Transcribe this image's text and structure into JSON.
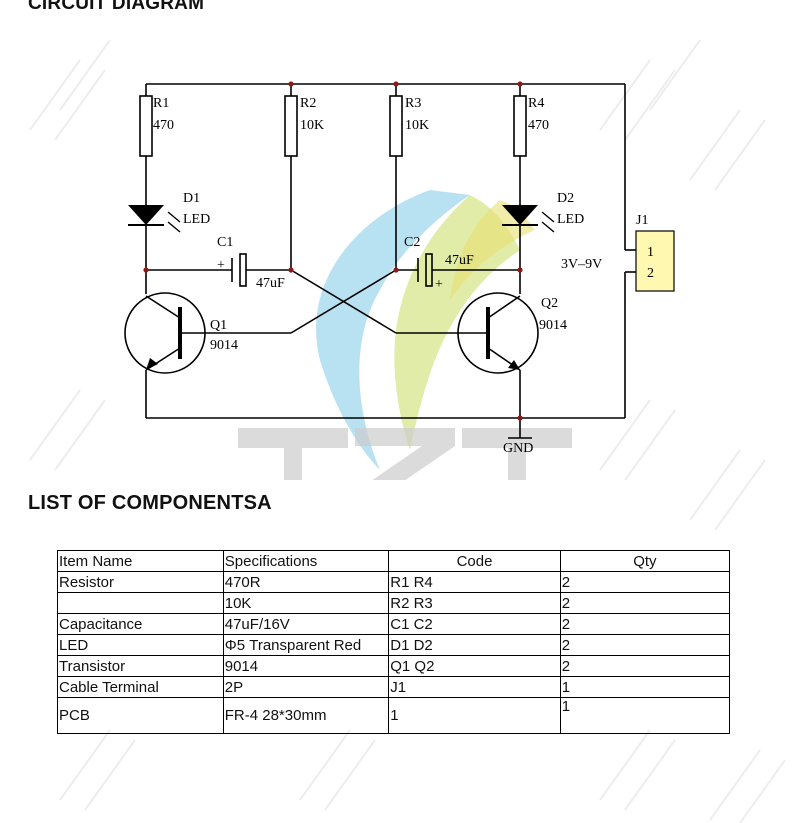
{
  "headings": {
    "circuit": "CIRCUIT DIAGRAM",
    "list": "LIST OF COMPONENTSA"
  },
  "watermark": {
    "text": "TZT",
    "text_color": "#c8c8c8",
    "swoosh_colors": [
      "#4a9ad8",
      "#7ec8e8",
      "#b8d84a",
      "#e8e070"
    ]
  },
  "schematic": {
    "r1": {
      "ref": "R1",
      "value": "470"
    },
    "r2": {
      "ref": "R2",
      "value": "10K"
    },
    "r3": {
      "ref": "R3",
      "value": "10K"
    },
    "r4": {
      "ref": "R4",
      "value": "470"
    },
    "d1": {
      "ref": "D1",
      "type": "LED"
    },
    "d2": {
      "ref": "D2",
      "type": "LED"
    },
    "c1": {
      "ref": "C1",
      "value": "47uF",
      "polarity": "+"
    },
    "c2": {
      "ref": "C2",
      "value": "47uF",
      "polarity": "+"
    },
    "q1": {
      "ref": "Q1",
      "value": "9014"
    },
    "q2": {
      "ref": "Q2",
      "value": "9014"
    },
    "j1": {
      "ref": "J1",
      "pin1": "1",
      "pin2": "2",
      "supply": "3V–9V"
    },
    "gnd": "GND"
  },
  "table": {
    "headers": [
      "Item Name",
      "Specifications",
      "Code",
      "Qty"
    ],
    "rows": [
      [
        "Resistor",
        "470R",
        "R1 R4",
        "2"
      ],
      [
        "",
        "10K",
        "R2 R3",
        "2"
      ],
      [
        "Capacitance",
        "47uF/16V",
        "C1 C2",
        "2"
      ],
      [
        "LED",
        "Φ5 Transparent Red",
        "D1 D2",
        "2"
      ],
      [
        "Transistor",
        "9014",
        "Q1 Q2",
        "2"
      ],
      [
        "Cable Terminal",
        "2P",
        "J1",
        "1"
      ],
      [
        "PCB",
        "FR-4 28*30mm",
        "1",
        "1"
      ]
    ]
  }
}
